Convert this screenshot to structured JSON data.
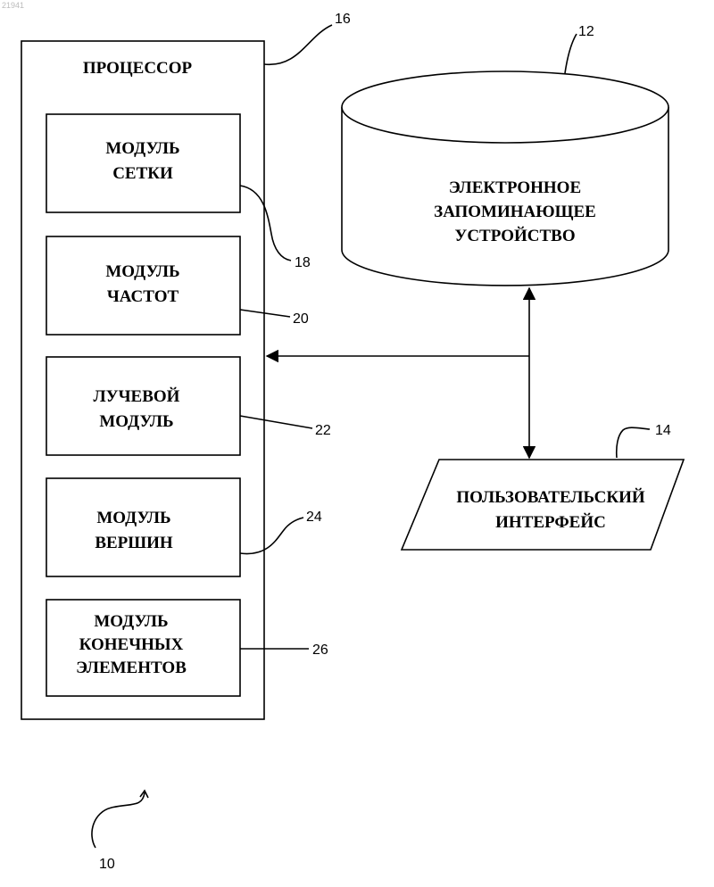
{
  "page_id": "21941",
  "processor": {
    "title": "ПРОЦЕССОР",
    "ref": "16"
  },
  "storage": {
    "lines": [
      "ЭЛЕКТРОННОЕ",
      "ЗАПОМИНАЮЩЕЕ",
      "УСТРОЙСТВО"
    ],
    "ref": "12"
  },
  "user_interface": {
    "lines": [
      "ПОЛЬЗОВАТЕЛЬСКИЙ",
      "ИНТЕРФЕЙС"
    ],
    "ref": "14"
  },
  "modules": [
    {
      "lines": [
        "МОДУЛЬ",
        "СЕТКИ"
      ],
      "ref": "18"
    },
    {
      "lines": [
        "МОДУЛЬ",
        "ЧАСТОТ"
      ],
      "ref": "20"
    },
    {
      "lines": [
        "ЛУЧЕВОЙ",
        "МОДУЛЬ"
      ],
      "ref": "22"
    },
    {
      "lines": [
        "МОДУЛЬ",
        "ВЕРШИН"
      ],
      "ref": "24"
    },
    {
      "lines": [
        "МОДУЛЬ",
        "КОНЕЧНЫХ",
        "ЭЛЕМЕНТОВ"
      ],
      "ref": "26"
    }
  ],
  "system_ref": "10"
}
